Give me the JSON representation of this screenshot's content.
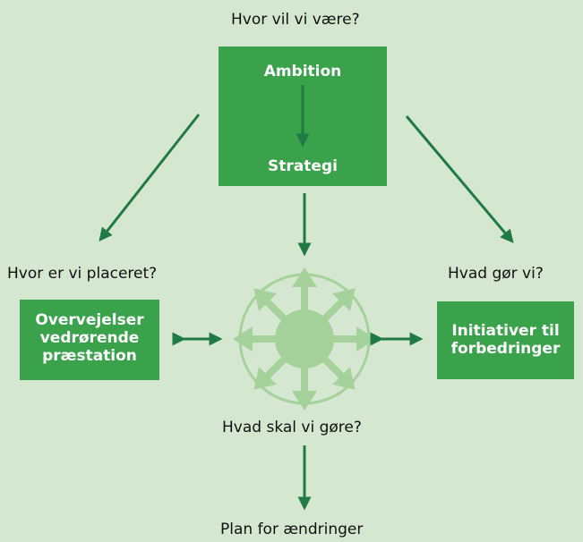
{
  "labels": {
    "top_question": "Hvor vil vi være?",
    "left_question": "Hvor er vi placeret?",
    "right_question": "Hvad gør vi?",
    "bottom_question": "Hvad skal vi gøre?",
    "bottom_outcome": "Plan for ændringer"
  },
  "boxes": {
    "ambition": "Ambition",
    "strategi": "Strategi",
    "left_lines": [
      "Overvejelser",
      "vedrørende",
      "præstation"
    ],
    "right_lines": [
      "Initiativer til",
      "forbedringer"
    ]
  },
  "colors": {
    "background": "#d5e7d0",
    "box_fill": "#3aa24a",
    "arrow": "#1f7a44",
    "compass": "#a5d29b",
    "text": "#111111",
    "box_text": "#ffffff"
  }
}
